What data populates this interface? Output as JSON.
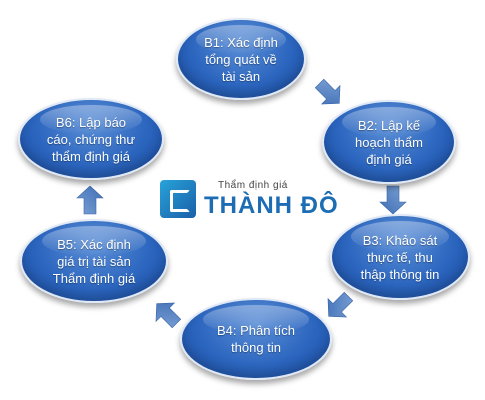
{
  "steps": [
    {
      "id": "b1",
      "label": "B1: Xác định\ntổng quát về\ntài sản"
    },
    {
      "id": "b2",
      "label": "B2: Lập kế\nhoạch thẩm\nđịnh giá"
    },
    {
      "id": "b3",
      "label": "B3: Khảo sát\nthực tế, thu\nthập thông tin"
    },
    {
      "id": "b4",
      "label": "B4: Phân tích\nthông tin"
    },
    {
      "id": "b5",
      "label": "B5: Xác định\ngiá trị tài sản\nThẩm định giá"
    },
    {
      "id": "b6",
      "label": "B6: Lập báo\ncáo, chứng thư\nthẩm định giá"
    }
  ],
  "logo": {
    "tagline": "Thẩm định giá",
    "name": "THÀNH ĐÔ"
  },
  "colors": {
    "node_fill": "#2c66bf",
    "node_border": "#dfe8f6",
    "arrow": "#5b87c5",
    "logo_text": "#1d6db5"
  },
  "icons": {
    "arrows": "block-arrow-shapes",
    "logo": "square-logo-mark"
  }
}
